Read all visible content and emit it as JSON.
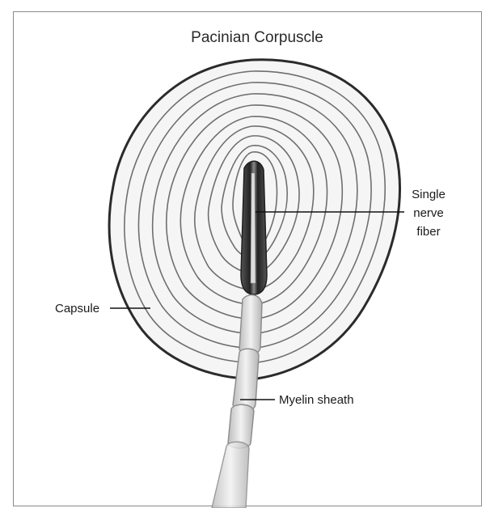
{
  "title": "Pacinian Corpuscle",
  "labels": {
    "nerve_fiber_line1": "Single",
    "nerve_fiber_line2": "nerve",
    "nerve_fiber_line3": "fiber",
    "capsule": "Capsule",
    "myelin_sheath": "Myelin sheath"
  },
  "colors": {
    "outline": "#2b2b2b",
    "lamella": "#6f6f6f",
    "core": "#3a3a3a",
    "fill": "#f4f4f4"
  }
}
